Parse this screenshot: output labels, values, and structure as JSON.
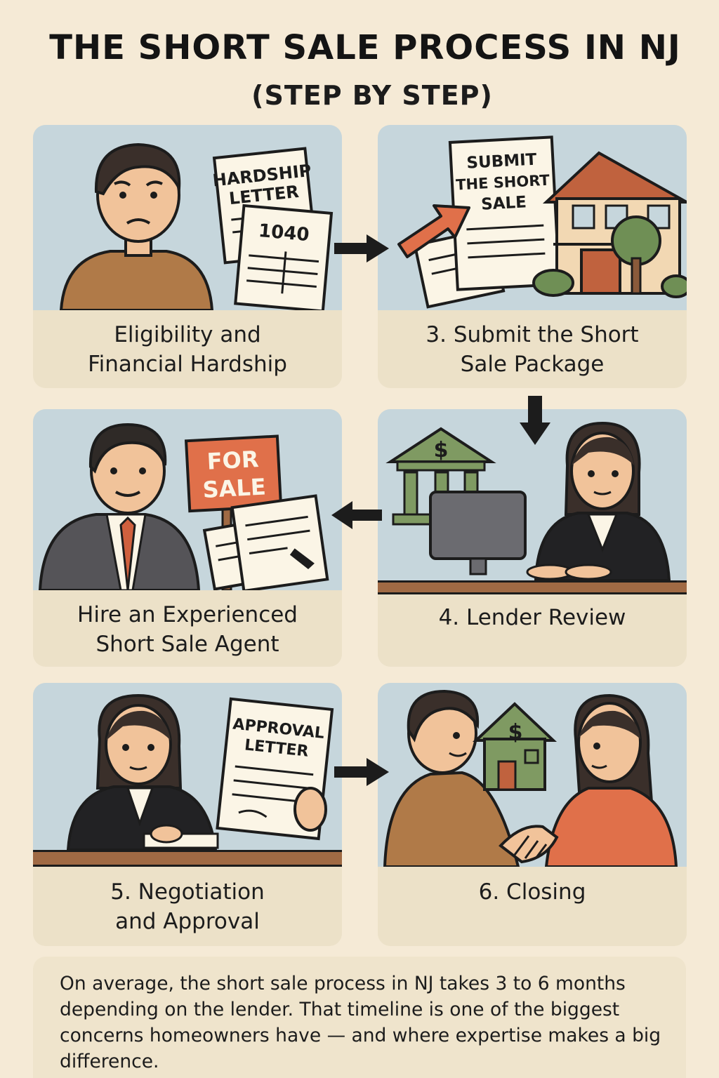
{
  "header": {
    "title": "THE SHORT SALE PROCESS IN NJ",
    "subtitle": "(STEP BY STEP)"
  },
  "steps": [
    {
      "caption_line1": "Eligibility and",
      "caption_line2": "Financial Hardship",
      "doc_text_1": "HARDSHIP",
      "doc_text_2": "LETTER",
      "doc_text_3": "1040",
      "icon": "worried-man-with-documents"
    },
    {
      "caption_line1": "3. Submit the Short",
      "caption_line2": "Sale Package",
      "doc_text_1": "SUBMIT",
      "doc_text_2": "THE SHORT",
      "doc_text_3": "SALE",
      "icon": "house-with-document-and-arrow"
    },
    {
      "caption_line1": "Hire an Experienced",
      "caption_line2": "Short Sale Agent",
      "sign_text_1": "FOR",
      "sign_text_2": "SALE",
      "icon": "agent-with-for-sale-sign"
    },
    {
      "caption_line1": "4. Lender Review",
      "bank_symbol": "$",
      "icon": "bank-and-reviewer-at-computer"
    },
    {
      "caption_line1": "5. Negotiation",
      "caption_line2": "and Approval",
      "doc_text_1": "APPROVAL",
      "doc_text_2": "LETTER",
      "icon": "woman-with-approval-letter"
    },
    {
      "caption_line1": "6. Closing",
      "house_symbol": "$",
      "icon": "handshake-with-house"
    }
  ],
  "footer": {
    "text": "On average, the short sale process in NJ takes 3 to 6 months depending on the lender. That timeline is one of the biggest concerns homeowners have — and where expertise makes a big difference."
  },
  "colors": {
    "background": "#f5ead6",
    "card": "#ece1c8",
    "art_sky": "#c6d6dc",
    "accent_orange": "#e0704a",
    "green": "#7f9a62",
    "skin": "#f1c39a",
    "brown_shirt": "#b07a48",
    "dark": "#1c1c1c"
  }
}
